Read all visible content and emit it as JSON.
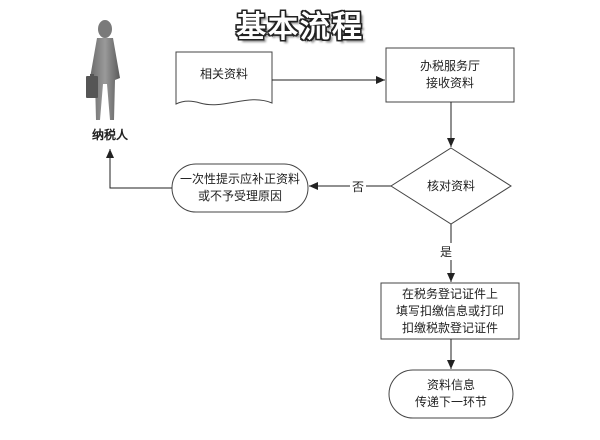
{
  "title": "基本流程",
  "actor": {
    "label": "纳税人"
  },
  "nodes": {
    "docs": "相关资料",
    "hall": [
      "办税服务厅",
      "接收资料"
    ],
    "check": "核对资料",
    "notify": [
      "一次性提示应补正资料",
      "或不予受理原因"
    ],
    "fill": [
      "在税务登记证件上",
      "填写扣缴信息或打印",
      "扣缴税款登记证件"
    ],
    "pass": [
      "资料信息",
      "传递下一环节"
    ]
  },
  "edges": {
    "no": "否",
    "yes": "是"
  }
}
